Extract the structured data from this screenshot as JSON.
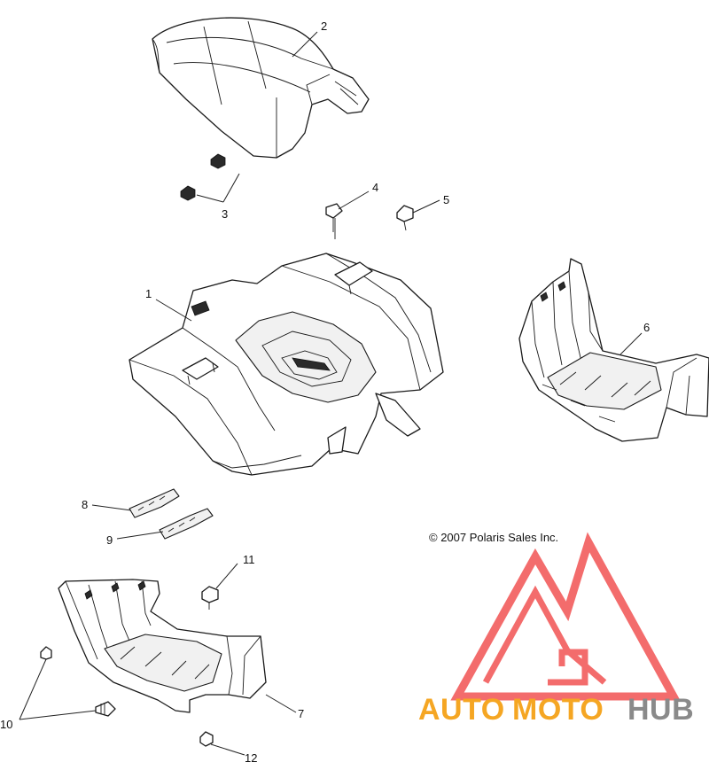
{
  "diagram": {
    "copyright": "© 2007 Polaris Sales Inc.",
    "callouts": [
      "1",
      "2",
      "3",
      "4",
      "5",
      "6",
      "7",
      "8",
      "9",
      "10",
      "11",
      "12"
    ]
  },
  "watermark": {
    "brand_part1": "AUTO",
    "brand_part2": "MOTO",
    "brand_part3": "HUB",
    "color_orange": "#f5a623",
    "color_gray": "#8a8a8a",
    "color_red": "#ef3b3b"
  }
}
